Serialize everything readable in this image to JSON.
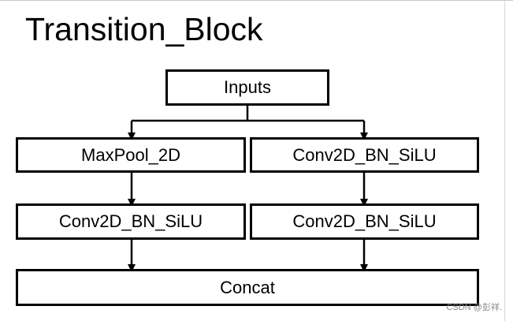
{
  "title": "Transition_Block",
  "nodes": {
    "inputs": "Inputs",
    "maxpool": "MaxPool_2D",
    "conv_right_1": "Conv2D_BN_SiLU",
    "conv_left_2": "Conv2D_BN_SiLU",
    "conv_right_2": "Conv2D_BN_SiLU",
    "concat": "Concat"
  },
  "watermark": "CSDN @彭祥."
}
